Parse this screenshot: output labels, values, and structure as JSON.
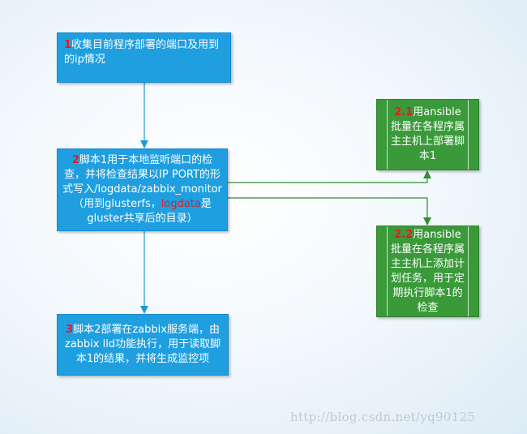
{
  "nodes": {
    "step1": {
      "num": "1",
      "text": "收集目前程序部署的端口及用到的ip情况"
    },
    "step2": {
      "num": "2",
      "text_a": "脚本1用于本地监听端口的检查，并将检查结果以IP PORT的形式写入/logdata/zabbix_monitor（用到glusterfs，",
      "text_hl": "logdata",
      "text_b": "是gluster共享后的目录）"
    },
    "step3": {
      "num": "3",
      "text": "脚本2部署在zabbix服务端，由zabbix lld功能执行，用于读取脚本1的结果，并将生成监控项"
    },
    "step21": {
      "num": "2.1",
      "text": "用ansible批量在各程序属主主机上部署脚本1"
    },
    "step22": {
      "num": "2.2",
      "text": "用ansible批量在各程序属主主机上添加计划任务，用于定期执行脚本1的检查"
    }
  },
  "colors": {
    "process_box": "#1f9fe0",
    "branch_box": "#3a9a3a",
    "connector": "#1c9ad6",
    "number": "#e8191c"
  },
  "watermark": "http://blog.csdn.net/yq90125"
}
